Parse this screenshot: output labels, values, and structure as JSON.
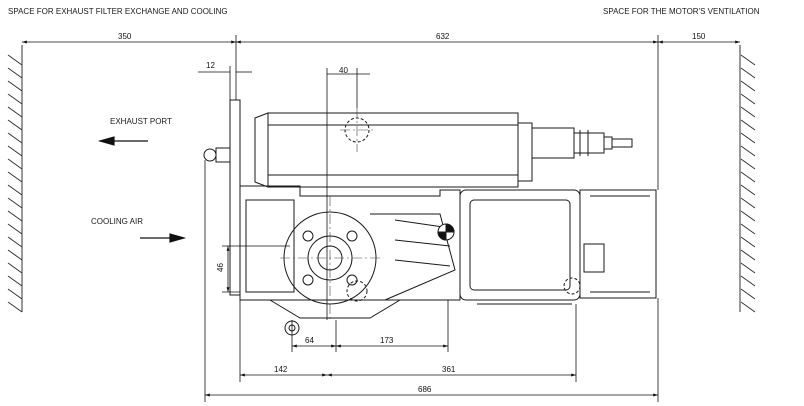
{
  "headers": {
    "left": "SPACE FOR EXHAUST FILTER EXCHANGE AND COOLING",
    "right": "SPACE FOR THE MOTOR'S VENTILATION"
  },
  "labels": {
    "exhaust_port": "EXHAUST PORT",
    "cooling_air": "COOLING AIR"
  },
  "dimensions": {
    "left_clearance": "350",
    "top_length": "632",
    "right_clearance": "150",
    "flange": "12",
    "offset_top": "40",
    "height_side": "46",
    "d64": "64",
    "d173": "173",
    "d142": "142",
    "d361": "361",
    "total_length": "686"
  },
  "colors": {
    "line": "#1a1a1a",
    "hatch": "#333333",
    "background": "#ffffff"
  }
}
